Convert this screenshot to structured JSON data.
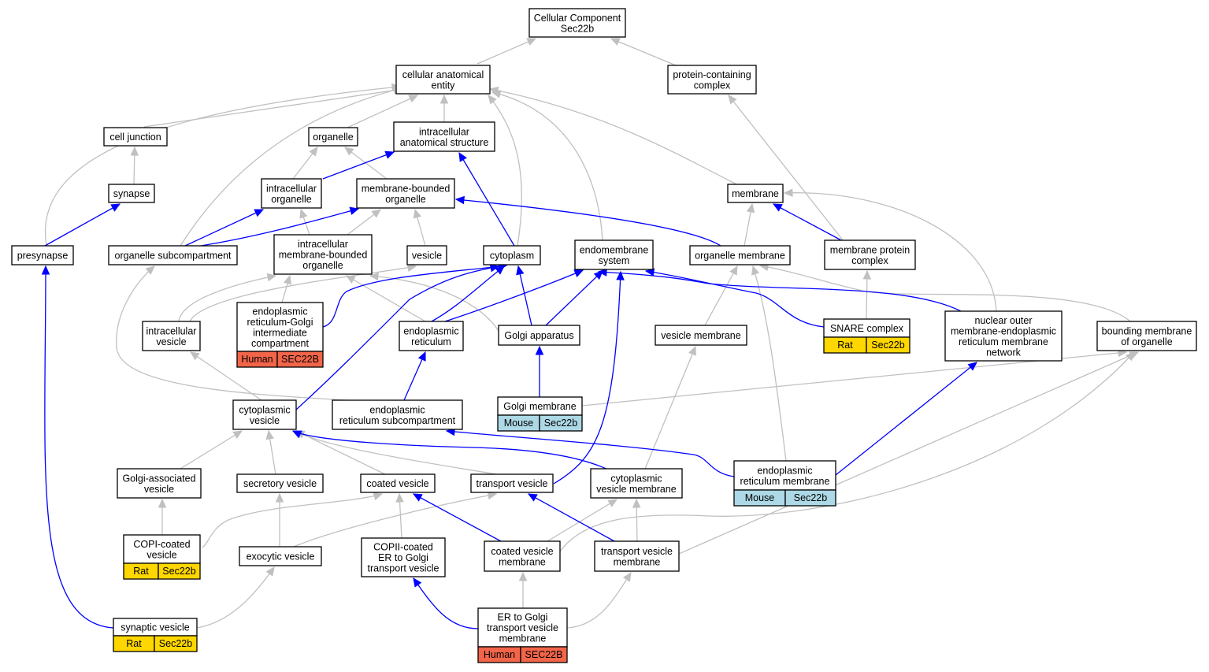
{
  "colors": {
    "edge_is_a": "#c0c0c0",
    "edge_part_of": "#0000ff",
    "human": "#f26549",
    "rat": "#ffd700",
    "mouse": "#add8e6"
  },
  "nodes": {
    "root": [
      "Cellular Component",
      "Sec22b"
    ],
    "cae": [
      "cellular anatomical",
      "entity"
    ],
    "pcc": [
      "protein-containing",
      "complex"
    ],
    "cj": [
      "cell junction"
    ],
    "organelle": [
      "organelle"
    ],
    "ias": [
      "intracellular",
      "anatomical structure"
    ],
    "synapse": [
      "synapse"
    ],
    "io": [
      "intracellular",
      "organelle"
    ],
    "mbo": [
      "membrane-bounded",
      "organelle"
    ],
    "membrane": [
      "membrane"
    ],
    "presyn": [
      "presynapse"
    ],
    "osc": [
      "organelle subcompartment"
    ],
    "imbo": [
      "intracellular",
      "membrane-bounded",
      "organelle"
    ],
    "vesicle": [
      "vesicle"
    ],
    "cytoplasm": [
      "cytoplasm"
    ],
    "ems": [
      "endomembrane",
      "system"
    ],
    "om": [
      "organelle membrane"
    ],
    "mpc": [
      "membrane protein",
      "complex"
    ],
    "ergic": [
      "endoplasmic",
      "reticulum-Golgi",
      "intermediate",
      "compartment"
    ],
    "iv": [
      "intracellular",
      "vesicle"
    ],
    "er": [
      "endoplasmic",
      "reticulum"
    ],
    "golgi": [
      "Golgi apparatus"
    ],
    "vm": [
      "vesicle membrane"
    ],
    "snare": [
      "SNARE complex"
    ],
    "nuc": [
      "nuclear outer",
      "membrane-endoplasmic",
      "reticulum membrane",
      "network"
    ],
    "bmo": [
      "bounding membrane",
      "of organelle"
    ],
    "gm": [
      "Golgi membrane"
    ],
    "cv": [
      "cytoplasmic",
      "vesicle"
    ],
    "ersc": [
      "endoplasmic",
      "reticulum subcompartment"
    ],
    "erm": [
      "endoplasmic",
      "reticulum membrane"
    ],
    "gav": [
      "Golgi-associated",
      "vesicle"
    ],
    "sv": [
      "secretory vesicle"
    ],
    "coatv": [
      "coated vesicle"
    ],
    "tv": [
      "transport vesicle"
    ],
    "cvm": [
      "cytoplasmic",
      "vesicle membrane"
    ],
    "copi": [
      "COPI-coated",
      "vesicle"
    ],
    "exo": [
      "exocytic vesicle"
    ],
    "copii": [
      "COPII-coated",
      "ER to Golgi",
      "transport vesicle"
    ],
    "coatvm": [
      "coated vesicle",
      "membrane"
    ],
    "tvm": [
      "transport vesicle",
      "membrane"
    ],
    "synv": [
      "synaptic vesicle"
    ],
    "ergtvm": [
      "ER to Golgi",
      "transport vesicle",
      "membrane"
    ]
  },
  "annotations": {
    "ergic": [
      "Human",
      "SEC22B"
    ],
    "snare": [
      "Rat",
      "Sec22b"
    ],
    "gm": [
      "Mouse",
      "Sec22b"
    ],
    "erm": [
      "Mouse",
      "Sec22b"
    ],
    "copi": [
      "Rat",
      "Sec22b"
    ],
    "synv": [
      "Rat",
      "Sec22b"
    ],
    "ergtvm": [
      "Human",
      "SEC22B"
    ]
  }
}
